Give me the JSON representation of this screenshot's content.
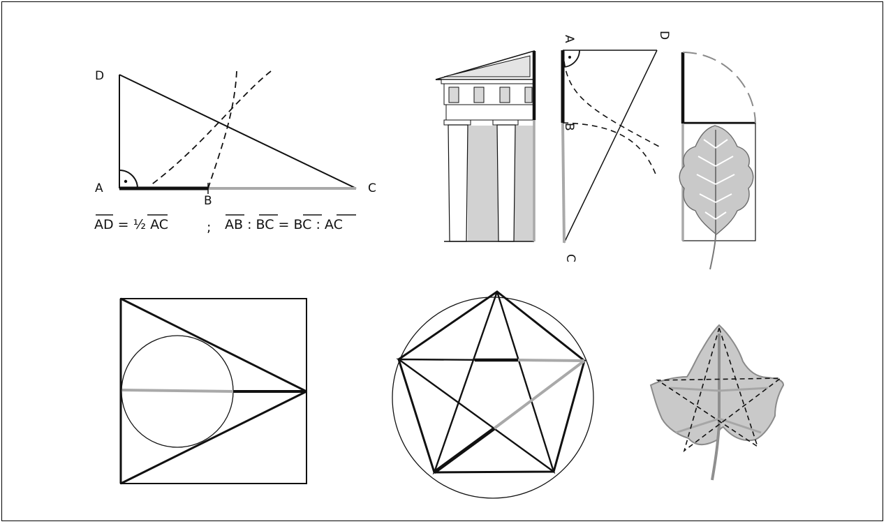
{
  "figure": {
    "labels": {
      "triangle_a": "A",
      "triangle_b": "B",
      "triangle_c": "C",
      "triangle_d": "D",
      "vertical_a": "A",
      "vertical_b": "B",
      "vertical_c": "C",
      "vertical_d": "D"
    },
    "formula": {
      "left": "AD = ½ AC",
      "separator": ";",
      "right": "AB : BC = BC : AC"
    }
  },
  "colors": {
    "ink": "#111111",
    "gray_segment": "#a9a9a9",
    "column_shade": "#d2d2d2",
    "leaf_fill": "#c9c9c9"
  }
}
